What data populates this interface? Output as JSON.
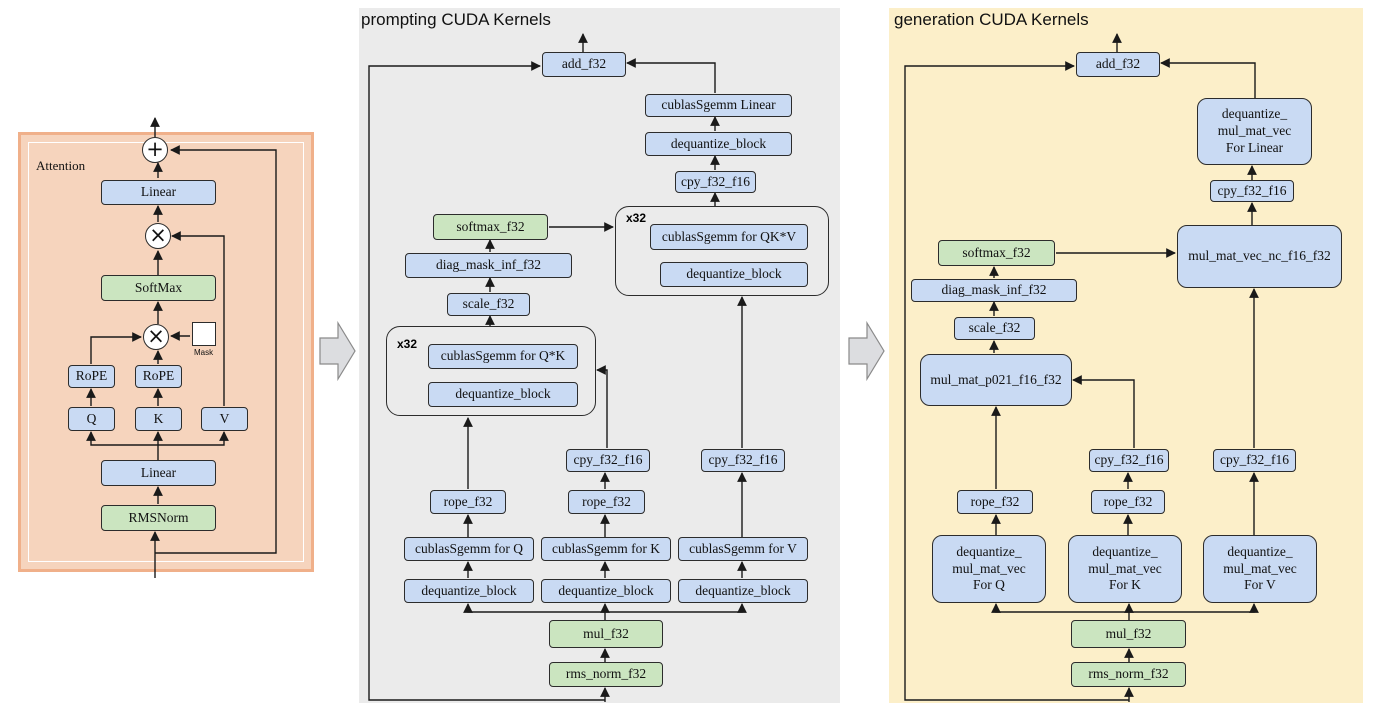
{
  "attention": {
    "label": "Attention",
    "linear_top": "Linear",
    "softmax": "SoftMax",
    "mask_label": "Mask",
    "rope_q": "RoPE",
    "rope_k": "RoPE",
    "q": "Q",
    "k": "K",
    "v": "V",
    "linear_bottom": "Linear",
    "rmsnorm": "RMSNorm",
    "plus_symbol": "+",
    "times_symbol": "×"
  },
  "prompting": {
    "title": "prompting CUDA Kernels",
    "add": "add_f32",
    "linear_gemm": "cublasSgemm Linear",
    "dequant_linear": "dequantize_block",
    "cpy_top": "cpy_f32_f16",
    "softmax": "softmax_f32",
    "diag_mask": "diag_mask_inf_f32",
    "scale": "scale_f32",
    "group_qk_label": "x32",
    "gemm_qk": "cublasSgemm for Q*K",
    "dequant_qk": "dequantize_block",
    "group_qkv_label": "x32",
    "gemm_qkv": "cublasSgemm for QK*V",
    "dequant_qkv": "dequantize_block",
    "cpy_k": "cpy_f32_f16",
    "cpy_v": "cpy_f32_f16",
    "rope_q": "rope_f32",
    "rope_k": "rope_f32",
    "gemm_q": "cublasSgemm for Q",
    "gemm_k": "cublasSgemm for K",
    "gemm_v": "cublasSgemm for V",
    "dequant_q": "dequantize_block",
    "dequant_k": "dequantize_block",
    "dequant_v": "dequantize_block",
    "mul": "mul_f32",
    "rms_norm": "rms_norm_f32"
  },
  "generation": {
    "title": "generation CUDA Kernels",
    "add": "add_f32",
    "dq_linear": "dequantize_\nmul_mat_vec\nFor Linear",
    "cpy_top": "cpy_f32_f16",
    "mul_mat_vec_nc": "mul_mat_vec_nc_f16_f32",
    "softmax": "softmax_f32",
    "diag_mask": "diag_mask_inf_f32",
    "scale": "scale_f32",
    "mul_mat_p021": "mul_mat_p021_f16_f32",
    "cpy_k": "cpy_f32_f16",
    "cpy_v": "cpy_f32_f16",
    "rope_q": "rope_f32",
    "rope_k": "rope_f32",
    "dq_q": "dequantize_\nmul_mat_vec\nFor Q",
    "dq_k": "dequantize_\nmul_mat_vec\nFor K",
    "dq_v": "dequantize_\nmul_mat_vec\nFor V",
    "mul": "mul_f32",
    "rms_norm": "rms_norm_f32"
  },
  "colors": {
    "kernel_blue": "#c9daf3",
    "kernel_green": "#cbe5c0",
    "attention_bg": "#f6d4bd",
    "prompting_bg": "#ebebeb",
    "generation_bg": "#fcefc9",
    "arrow_gray": "#dcdde0"
  }
}
